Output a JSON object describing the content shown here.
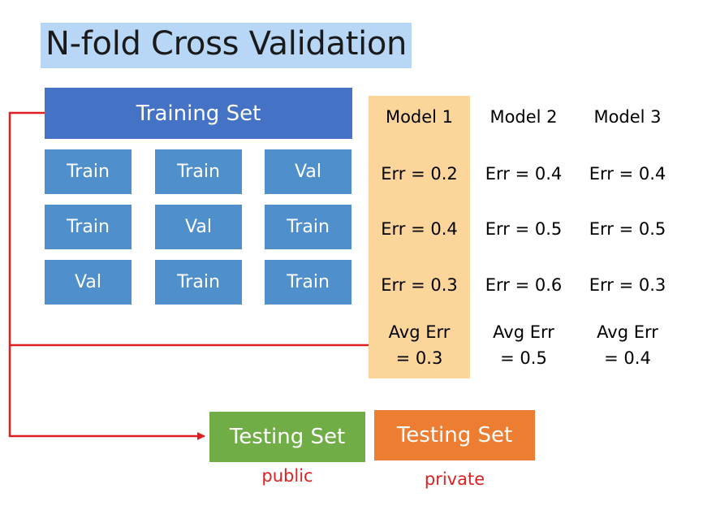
{
  "title": "N-fold Cross Validation",
  "training_set": {
    "label": "Training Set"
  },
  "folds": [
    [
      "Train",
      "Train",
      "Val"
    ],
    [
      "Train",
      "Val",
      "Train"
    ],
    [
      "Val",
      "Train",
      "Train"
    ]
  ],
  "models": [
    {
      "name": "Model 1",
      "errors": [
        "Err = 0.2",
        "Err = 0.4",
        "Err = 0.3"
      ],
      "avg_line1": "Avg Err",
      "avg_line2": "= 0.3",
      "highlighted": true
    },
    {
      "name": "Model 2",
      "errors": [
        "Err = 0.4",
        "Err = 0.5",
        "Err = 0.6"
      ],
      "avg_line1": "Avg Err",
      "avg_line2": "= 0.5",
      "highlighted": false
    },
    {
      "name": "Model 3",
      "errors": [
        "Err = 0.4",
        "Err = 0.5",
        "Err = 0.3"
      ],
      "avg_line1": "Avg Err",
      "avg_line2": "= 0.4",
      "highlighted": false
    }
  ],
  "testing_sets": [
    {
      "label": "Testing Set",
      "note": "public",
      "color": "#70ad47"
    },
    {
      "label": "Testing Set",
      "note": "private",
      "color": "#ed7d31"
    }
  ],
  "colors": {
    "title_highlight": "#b8d6f6",
    "training_set": "#4472c4",
    "fold_box": "#4f8fcb",
    "model_highlight": "#fbd59a",
    "arrow": "#e02020"
  }
}
